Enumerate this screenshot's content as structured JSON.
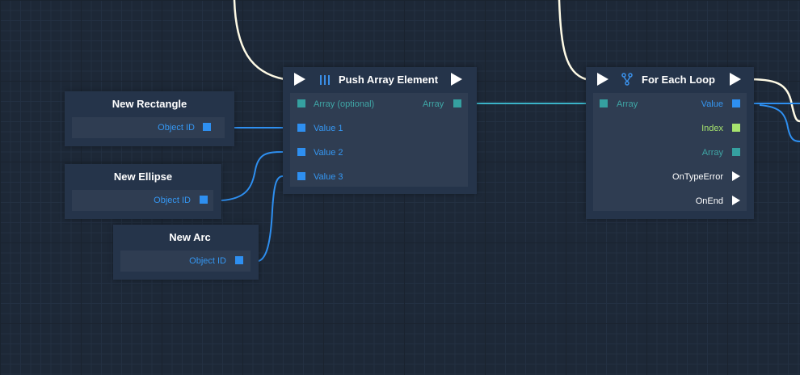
{
  "nodes": {
    "new_rectangle": {
      "title": "New Rectangle",
      "output": "Object ID"
    },
    "new_ellipse": {
      "title": "New Ellipse",
      "output": "Object ID"
    },
    "new_arc": {
      "title": "New Arc",
      "output": "Object ID"
    },
    "push_array_element": {
      "title": "Push Array Element",
      "icon": "array-bars-icon",
      "inputs": [
        "Array (optional)",
        "Value 1",
        "Value 2",
        "Value 3"
      ],
      "output": "Array"
    },
    "for_each_loop": {
      "title": "For Each Loop",
      "icon": "branch-icon",
      "input": "Array",
      "outputs": [
        "Value",
        "Index",
        "Array",
        "OnTypeError",
        "OnEnd"
      ]
    }
  },
  "colors": {
    "background": "#1d2837",
    "node": "#25344a",
    "node_body": "#2f3d52",
    "object_id_pin": "#2e8ff0",
    "array_pin": "#35a0a0",
    "number_pin": "#a6e36e",
    "exec_wire": "#fffbe6",
    "data_wire": "#2e8ff0",
    "array_wire": "#3bb3c8"
  }
}
